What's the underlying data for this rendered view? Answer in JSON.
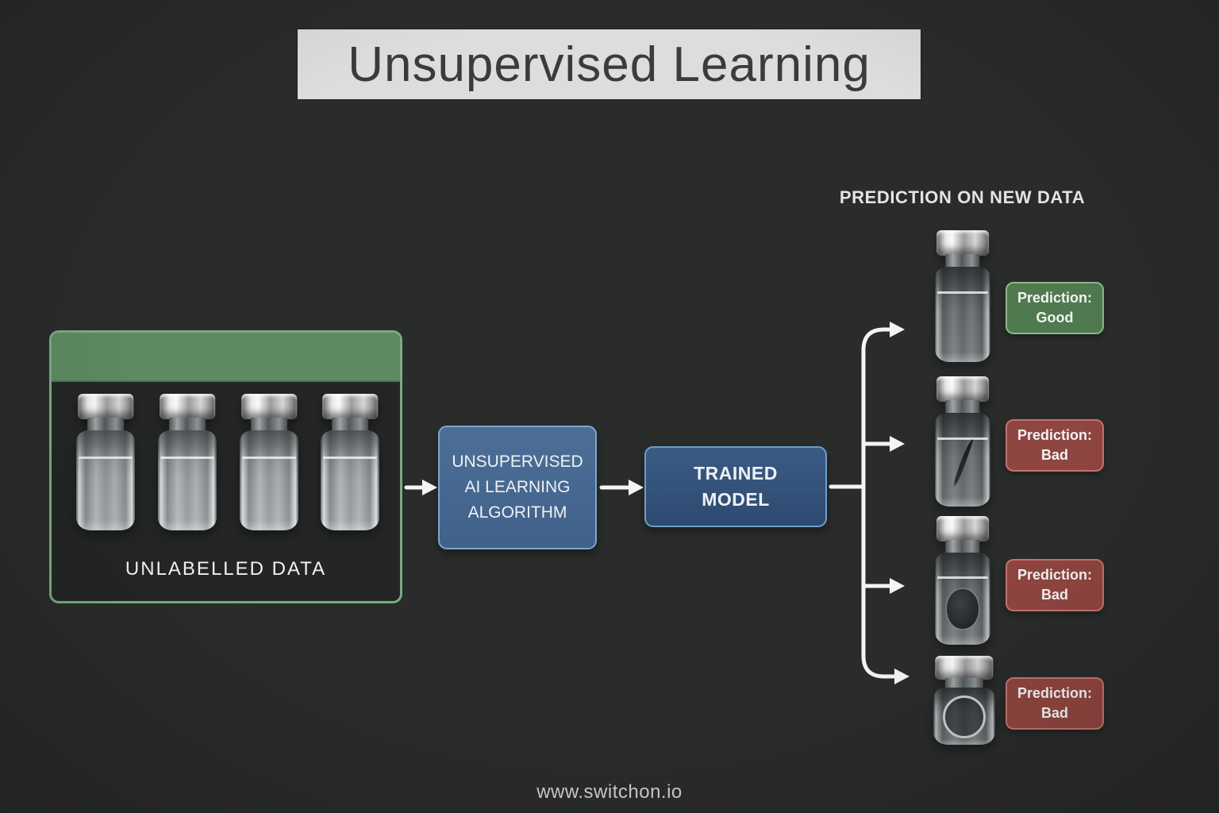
{
  "title": "Unsupervised Learning",
  "footer": "www.switchon.io",
  "left_panel": {
    "label": "UNLABELLED DATA",
    "vial_count": 4
  },
  "flow": {
    "algorithm_box": {
      "line1": "UNSUPERVISED",
      "line2": "AI LEARNING",
      "line3": "ALGORITHM"
    },
    "trained_model_box": {
      "line1": "TRAINED",
      "line2": "MODEL"
    }
  },
  "predictions": {
    "heading": "PREDICTION ON NEW DATA",
    "items": [
      {
        "label": "Prediction:",
        "value": "Good",
        "status": "good",
        "vial_defect": "none"
      },
      {
        "label": "Prediction:",
        "value": "Bad",
        "status": "bad",
        "vial_defect": "crack"
      },
      {
        "label": "Prediction:",
        "value": "Bad",
        "status": "bad",
        "vial_defect": "blob"
      },
      {
        "label": "Prediction:",
        "value": "Bad",
        "status": "bad",
        "vial_defect": "ring"
      }
    ]
  },
  "colors": {
    "background": "#2a2c2b",
    "title_banner": "#dcdddc",
    "title_text": "#3a3b3b",
    "panel_header_green": "#5d8a62",
    "panel_border_green": "#7cab80",
    "algorithm_blue": "#46688e",
    "model_blue": "#33527a",
    "box_border_blue": "#7fa6cc",
    "good_green": "#4f7a50",
    "good_border": "#8cb687",
    "bad_red": "#8f4540",
    "bad_border": "#c4736c",
    "arrow_white": "#f4f4f4"
  }
}
